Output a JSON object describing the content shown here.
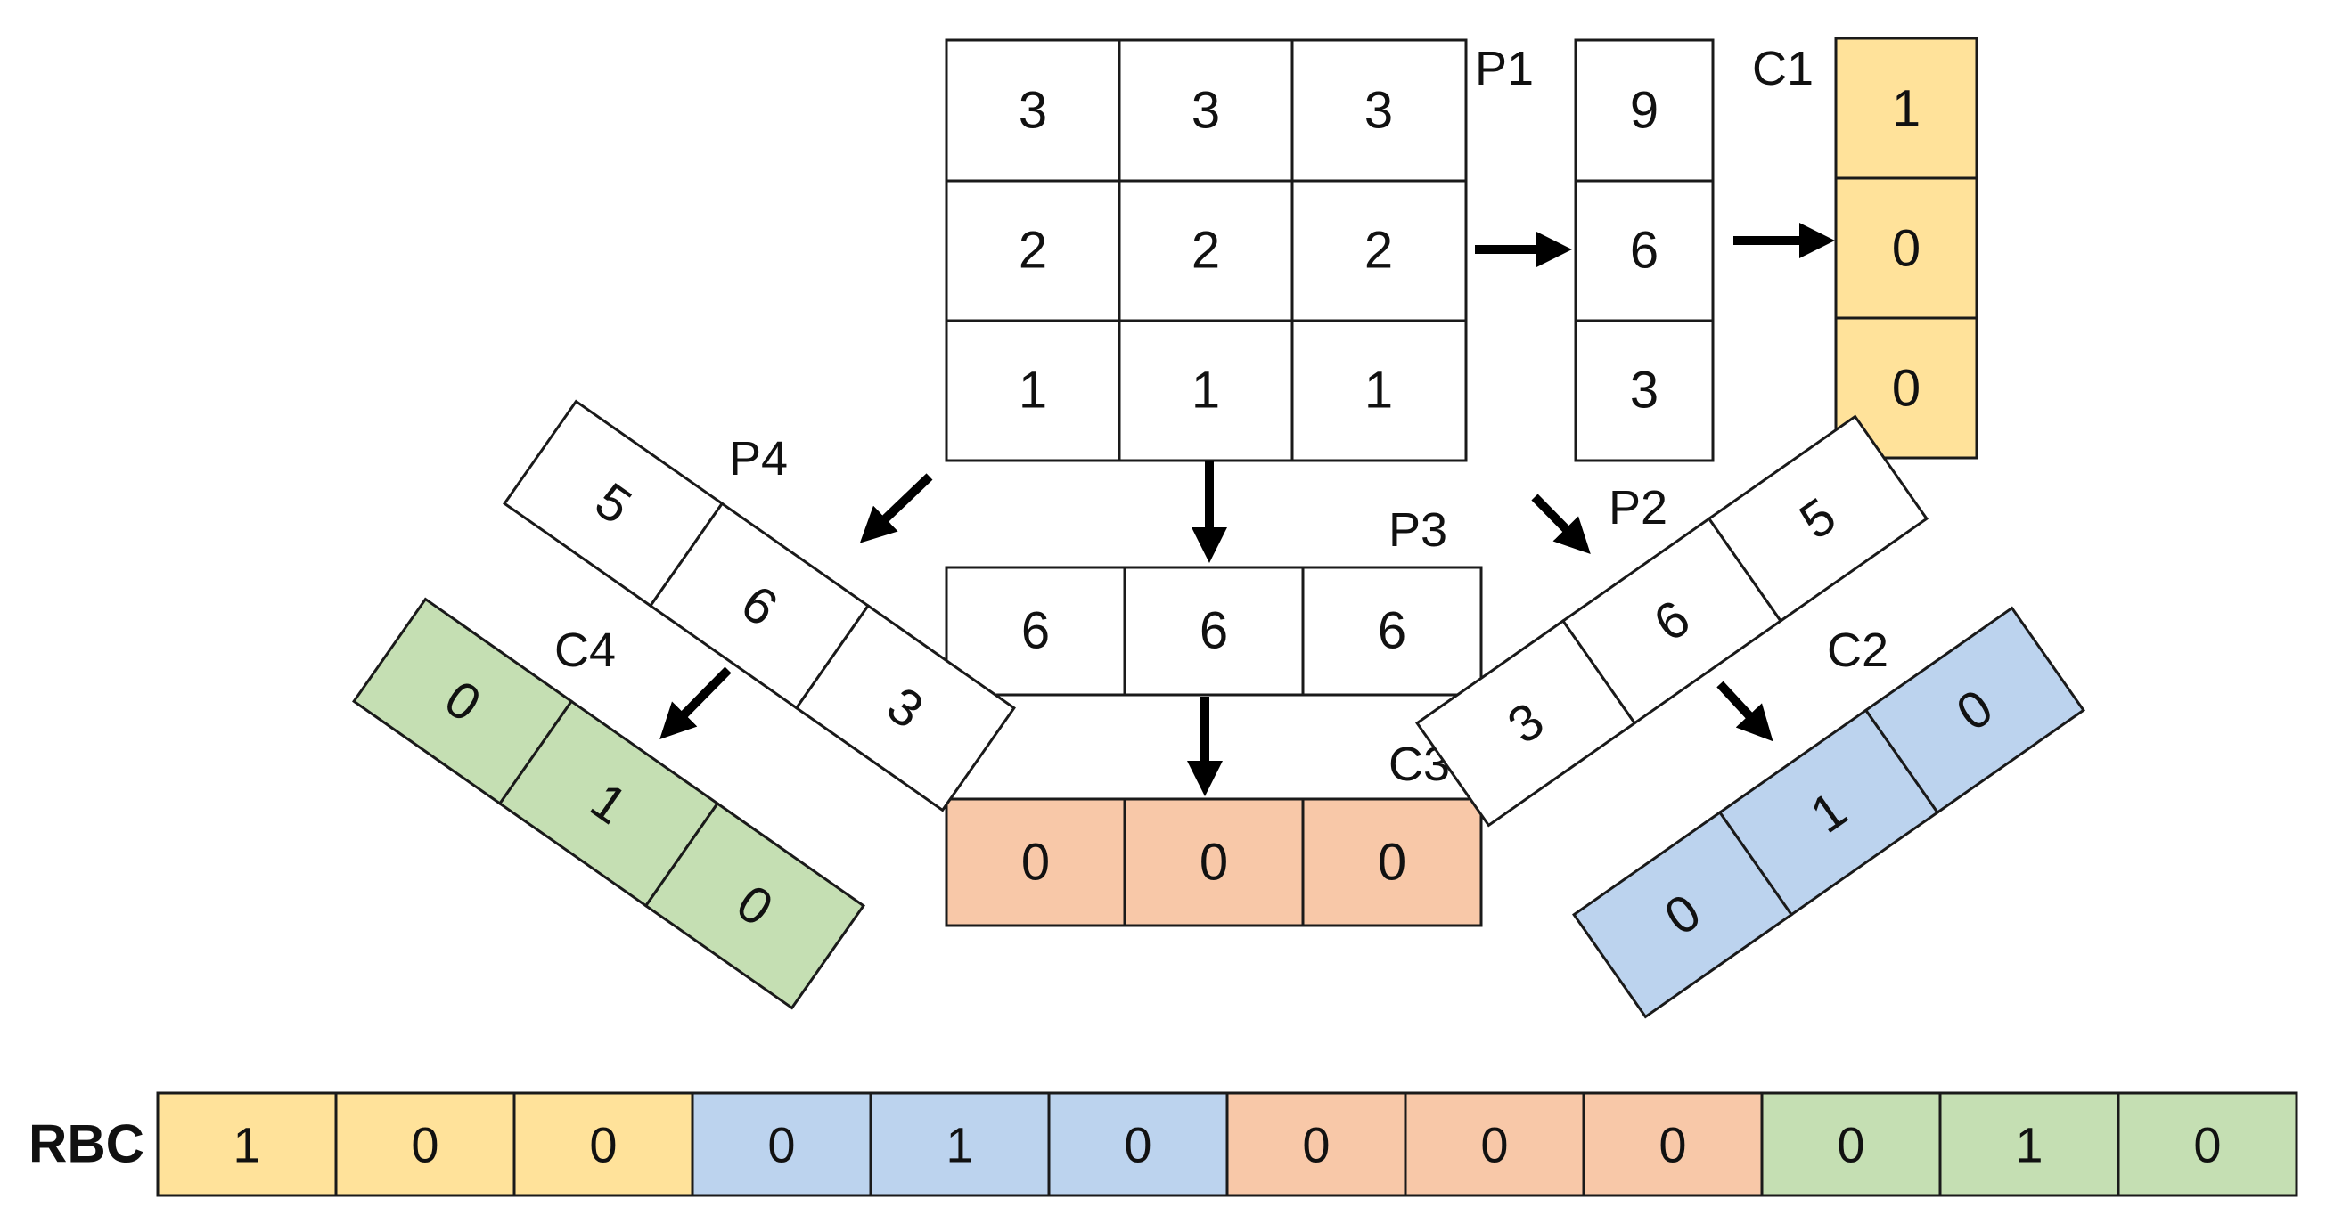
{
  "matrix": {
    "rows": [
      [
        "3",
        "3",
        "3"
      ],
      [
        "2",
        "2",
        "2"
      ],
      [
        "1",
        "1",
        "1"
      ]
    ]
  },
  "p1": {
    "label": "P1",
    "values": [
      "9",
      "6",
      "3"
    ]
  },
  "c1": {
    "label": "C1",
    "values": [
      "1",
      "0",
      "0"
    ]
  },
  "p2": {
    "label": "P2",
    "values": [
      "3",
      "6",
      "5"
    ]
  },
  "c2": {
    "label": "C2",
    "values": [
      "0",
      "1",
      "0"
    ]
  },
  "p3": {
    "label": "P3",
    "values": [
      "6",
      "6",
      "6"
    ]
  },
  "c3": {
    "label": "C3",
    "values": [
      "0",
      "0",
      "0"
    ]
  },
  "p4": {
    "label": "P4",
    "values": [
      "5",
      "6",
      "3"
    ]
  },
  "c4": {
    "label": "C4",
    "values": [
      "0",
      "1",
      "0"
    ]
  },
  "rbc": {
    "label": "RBC",
    "values": [
      "1",
      "0",
      "0",
      "0",
      "1",
      "0",
      "0",
      "0",
      "0",
      "0",
      "1",
      "0"
    ]
  },
  "colors": {
    "yellow": "#FFE29A",
    "blue": "#BCD3EE",
    "orange": "#F8C8A8",
    "green": "#C5DFB3",
    "white": "#ffffff",
    "stroke": "#1a1a1a"
  }
}
